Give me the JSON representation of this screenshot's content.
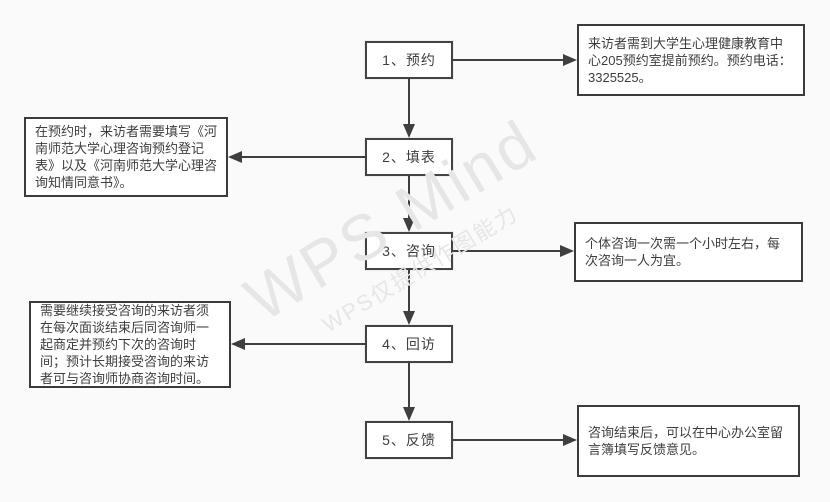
{
  "watermark": {
    "line1": "WPS Mind",
    "line2": "WPS仅提供作图能力"
  },
  "colors": {
    "background": "#fafafa",
    "node_fill": "#ffffff",
    "stroke": "#3f3f3f",
    "text": "#3d3d3d",
    "watermark": "#e6e6e6"
  },
  "flow": {
    "steps": [
      {
        "label": "1、预约",
        "note_side": "right",
        "note": "来访者需到大学生心理健康教育中心205预约室提前预约。预约电话：3325525。"
      },
      {
        "label": "2、填表",
        "note_side": "left",
        "note": "在预约时，来访者需要填写《河南师范大学心理咨询预约登记表》以及《河南师范大学心理咨询知情同意书》。"
      },
      {
        "label": "3、咨询",
        "note_side": "right",
        "note": "个体咨询一次需一个小时左右，每次咨询一人为宜。"
      },
      {
        "label": "4、回访",
        "note_side": "left",
        "note": "需要继续接受咨询的来访者须在每次面谈结束后同咨询师一起商定并预约下次的咨询时间；预计长期接受咨询的来访者可与咨询师协商咨询时间。"
      },
      {
        "label": "5、反馈",
        "note_side": "right",
        "note": "咨询结束后，可以在中心办公室留言簿填写反馈意见。"
      }
    ]
  }
}
